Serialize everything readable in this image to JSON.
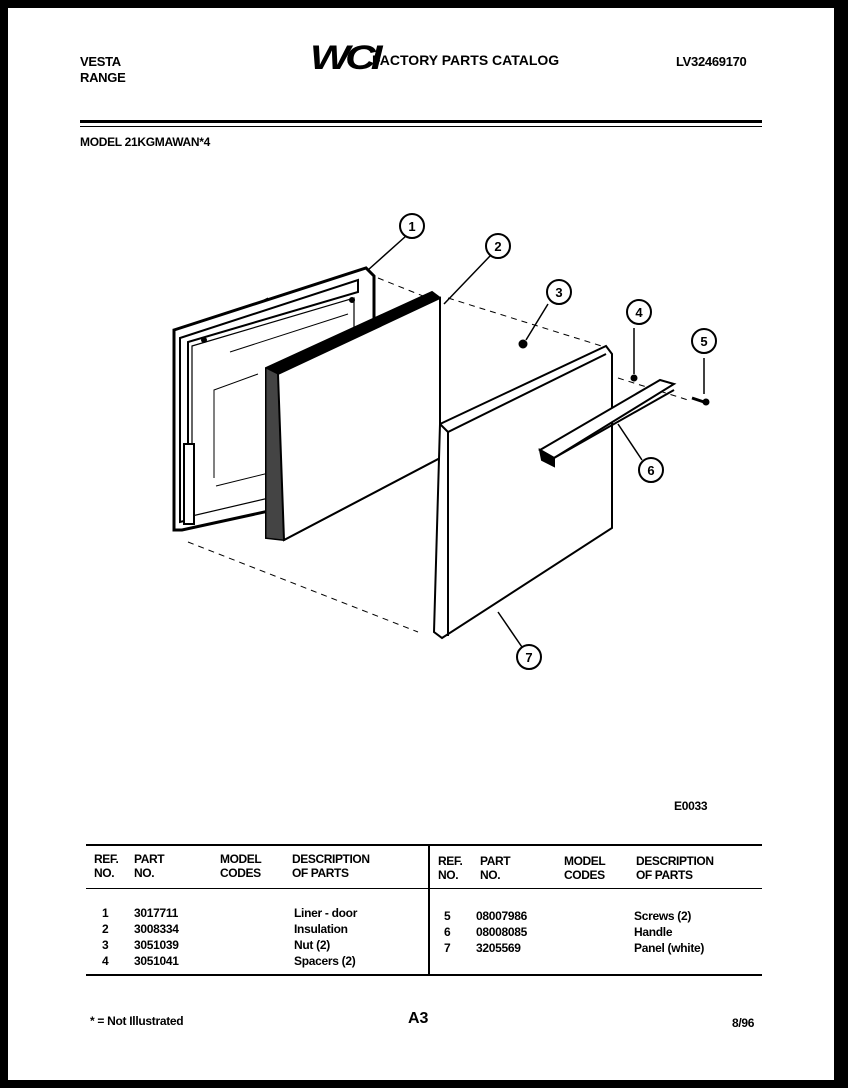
{
  "header": {
    "brand": "VESTA",
    "product": "RANGE",
    "logo_text": "WCI",
    "catalog_title": "FACTORY PARTS CATALOG",
    "catalog_code": "LV32469170",
    "model": "MODEL 21KGMAWAN*4"
  },
  "diagram": {
    "callouts": [
      "1",
      "2",
      "3",
      "4",
      "5",
      "6",
      "7"
    ],
    "figure_code": "E0033"
  },
  "table": {
    "headers": {
      "ref_no": [
        "REF.",
        "NO."
      ],
      "part_no": [
        "PART",
        "NO."
      ],
      "model_codes": [
        "MODEL",
        "CODES"
      ],
      "description": [
        "DESCRIPTION",
        "OF PARTS"
      ]
    },
    "left_rows": [
      {
        "ref": "1",
        "part": "3017711",
        "codes": "",
        "desc": "Liner - door"
      },
      {
        "ref": "2",
        "part": "3008334",
        "codes": "",
        "desc": "Insulation"
      },
      {
        "ref": "3",
        "part": "3051039",
        "codes": "",
        "desc": "Nut (2)"
      },
      {
        "ref": "4",
        "part": "3051041",
        "codes": "",
        "desc": "Spacers (2)"
      }
    ],
    "right_rows": [
      {
        "ref": "5",
        "part": "08007986",
        "codes": "",
        "desc": "Screws (2)"
      },
      {
        "ref": "6",
        "part": "08008085",
        "codes": "",
        "desc": "Handle"
      },
      {
        "ref": "7",
        "part": "3205569",
        "codes": "",
        "desc": "Panel (white)"
      }
    ]
  },
  "footer": {
    "note": "* = Not Illustrated",
    "page": "A3",
    "date": "8/96"
  }
}
